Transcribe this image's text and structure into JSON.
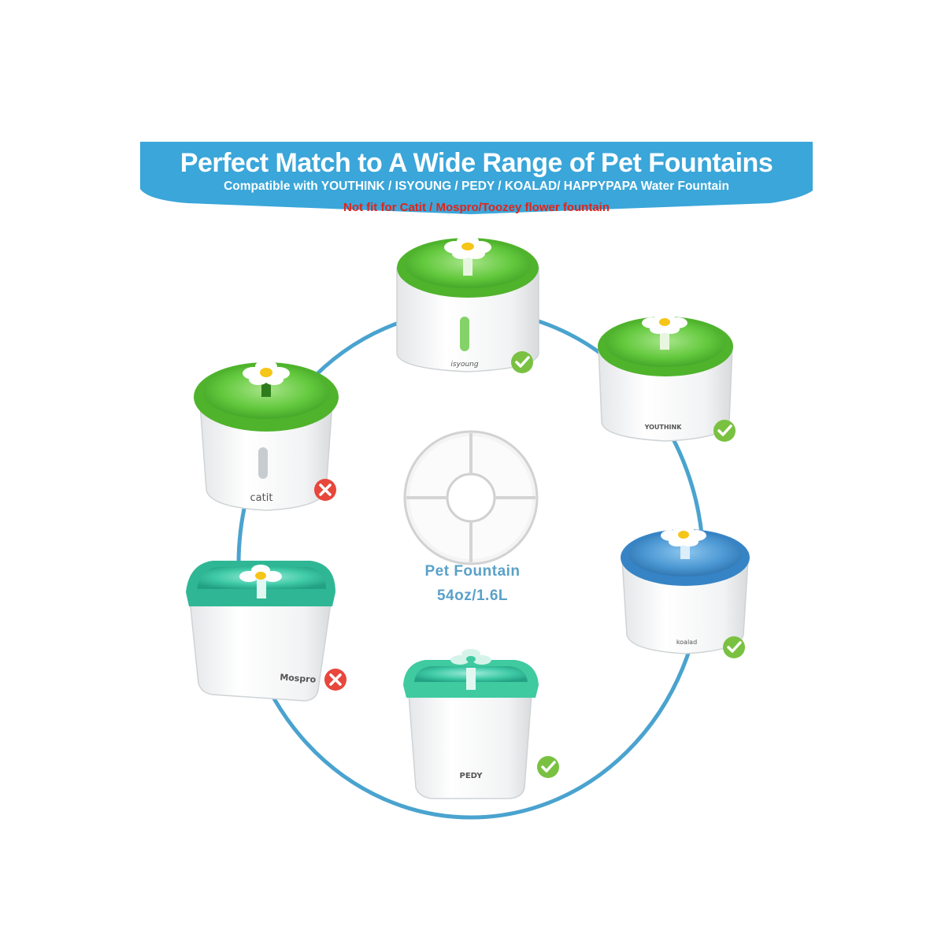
{
  "banner": {
    "title": "Perfect Match to A Wide Range of Pet Fountains",
    "subtitle": "Compatible with YOUTHINK / ISYOUNG / PEDY / KOALAD/ HAPPYPAPA Water Fountain",
    "warning": "Not fit for Catit / Mospro/Toozey flower fountain",
    "color": "#3aa6d9",
    "warning_color": "#e2231a"
  },
  "center": {
    "line1": "Pet Fountain",
    "line2": "54oz/1.6L"
  },
  "fountains": [
    {
      "brand": "isyoung",
      "shape": "round",
      "tray_color": "#5cc63a",
      "compatible": true,
      "badge": "check-icon"
    },
    {
      "brand": "YOUTHINK",
      "shape": "round",
      "tray_color": "#5cc63a",
      "compatible": true,
      "badge": "check-icon"
    },
    {
      "brand": "catit",
      "shape": "round",
      "tray_color": "#5cc63a",
      "compatible": false,
      "badge": "cross-icon"
    },
    {
      "brand": "koalad",
      "shape": "round",
      "tray_color": "#3e8fcf",
      "compatible": true,
      "badge": "check-icon"
    },
    {
      "brand": "Mospro",
      "shape": "square",
      "tray_color": "#37c6a6",
      "compatible": false,
      "badge": "cross-icon"
    },
    {
      "brand": "PEDY",
      "shape": "square",
      "tray_color": "#3fcaa0",
      "compatible": true,
      "badge": "check-icon"
    }
  ],
  "colors": {
    "ring": "#4aa3cf",
    "check": "#7ac142",
    "cross": "#e8473c",
    "text_blue": "#5aa1c9"
  }
}
